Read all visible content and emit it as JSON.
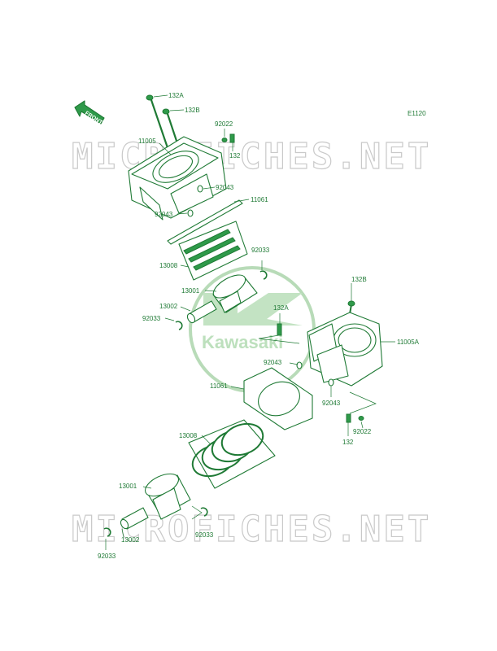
{
  "diagram_code": "E1120",
  "watermark_text": "MICROFICHES.NET",
  "brand_logo_text": "Kawasaki",
  "front_arrow_text": "FRONT",
  "colors": {
    "line": "#1f7a35",
    "logo": "#bde0bd",
    "watermark": "#c9c9c9"
  },
  "labels": {
    "l132a_top": "132A",
    "l132b_top": "132B",
    "l92022_top": "92022",
    "l132_top": "132",
    "l11005": "11005",
    "l92043_a": "92043",
    "l11061_top": "11061",
    "l92043_b": "92043",
    "l92033_top": "92033",
    "l13008_top": "13008",
    "l13001_top": "13001",
    "l13002_top": "13002",
    "l92033_b": "92033",
    "l132b_right": "132B",
    "l132a_mid": "132A",
    "l11005a": "11005A",
    "l92043_c": "92043",
    "l11061_mid": "11061",
    "l92043_d": "92043",
    "l92022_right": "92022",
    "l132_bottom": "132",
    "l13008_bottom": "13008",
    "l13001_bottom": "13001",
    "l92033_c": "92033",
    "l13002_bottom": "13002",
    "l92033_d": "92033"
  }
}
